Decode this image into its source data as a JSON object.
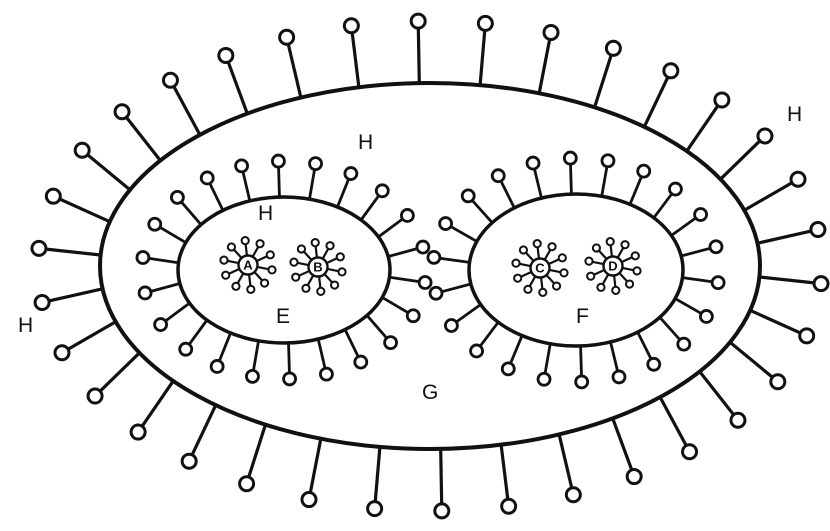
{
  "colors": {
    "stroke": "#111111",
    "background": "#ffffff"
  },
  "labels": {
    "A": "A",
    "B": "B",
    "C": "C",
    "D": "D",
    "E": "E",
    "F": "F",
    "G": "G",
    "H": "H"
  }
}
